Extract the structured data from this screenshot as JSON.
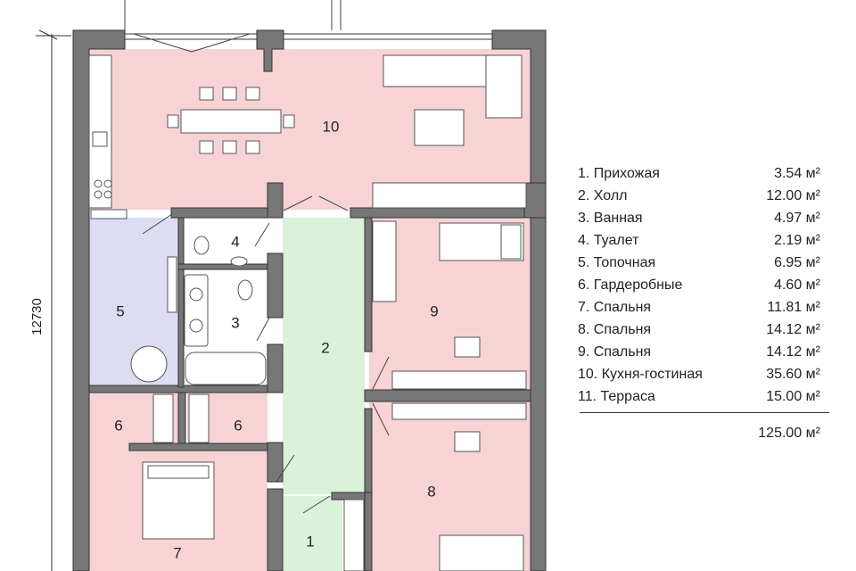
{
  "plan": {
    "dimension": "12730",
    "rooms": [
      {
        "num": "1",
        "fill": "#d9f2d9"
      },
      {
        "num": "2",
        "fill": "#d9f2d9"
      },
      {
        "num": "3",
        "fill": "#ffffff"
      },
      {
        "num": "4",
        "fill": "#ffffff"
      },
      {
        "num": "5",
        "fill": "#dcdcf2"
      },
      {
        "num": "6",
        "fill": "#ffffff"
      },
      {
        "num": "6",
        "fill": "#ffffff"
      },
      {
        "num": "7",
        "fill": "#f7d3d6"
      },
      {
        "num": "8",
        "fill": "#f7d3d6"
      },
      {
        "num": "9",
        "fill": "#f7d3d6"
      },
      {
        "num": "10",
        "fill": "#f7d3d6"
      }
    ],
    "colors": {
      "wall": "#777777",
      "wall_outline": "#333333",
      "bedroom": "#f7d3d6",
      "corridor": "#d9f2d9",
      "boiler": "#dcdcf2"
    }
  },
  "legend": {
    "items": [
      {
        "label": "1. Прихожая",
        "area": "3.54 м²"
      },
      {
        "label": "2. Холл",
        "area": "12.00 м²"
      },
      {
        "label": "3. Ванная",
        "area": "4.97 м²"
      },
      {
        "label": "4. Туалет",
        "area": "2.19 м²"
      },
      {
        "label": "5. Топочная",
        "area": "6.95 м²"
      },
      {
        "label": "6. Гардеробные",
        "area": "4.60 м²"
      },
      {
        "label": "7. Спальня",
        "area": "11.81 м²"
      },
      {
        "label": "8. Спальня",
        "area": "14.12 м²"
      },
      {
        "label": "9. Спальня",
        "area": "14.12 м²"
      },
      {
        "label": "10. Кухня-гостиная",
        "area": "35.60 м²"
      },
      {
        "label": "11.  Терраса",
        "area": "15.00 м²"
      }
    ],
    "total": "125.00 м²"
  }
}
